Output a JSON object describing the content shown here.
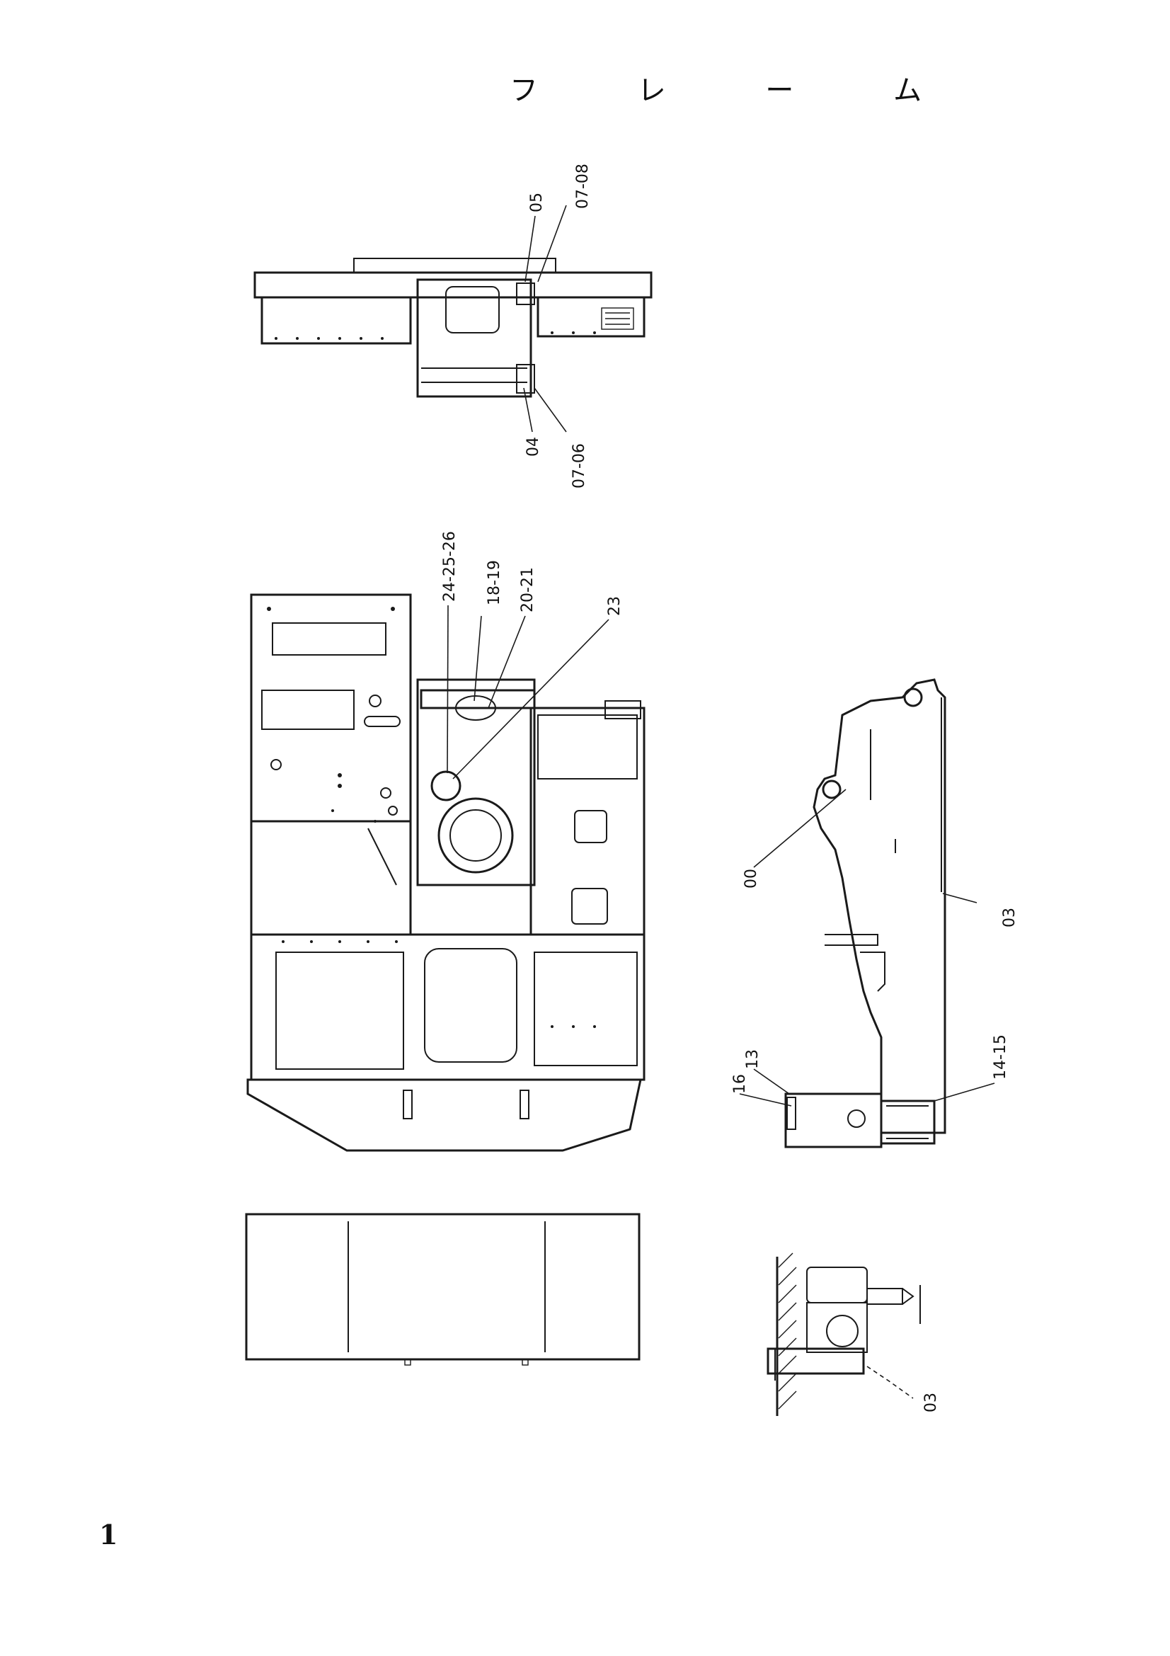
{
  "title": "フ レ ー ム",
  "page_number": "1",
  "callouts": {
    "top_view": [
      "05",
      "07-08",
      "04",
      "07-06"
    ],
    "main_view": [
      "24-25-26",
      "18-19",
      "20-21",
      "23"
    ],
    "side_view": [
      "00",
      "03",
      "13",
      "16",
      "14-15"
    ],
    "detail_view": [
      "03"
    ]
  }
}
